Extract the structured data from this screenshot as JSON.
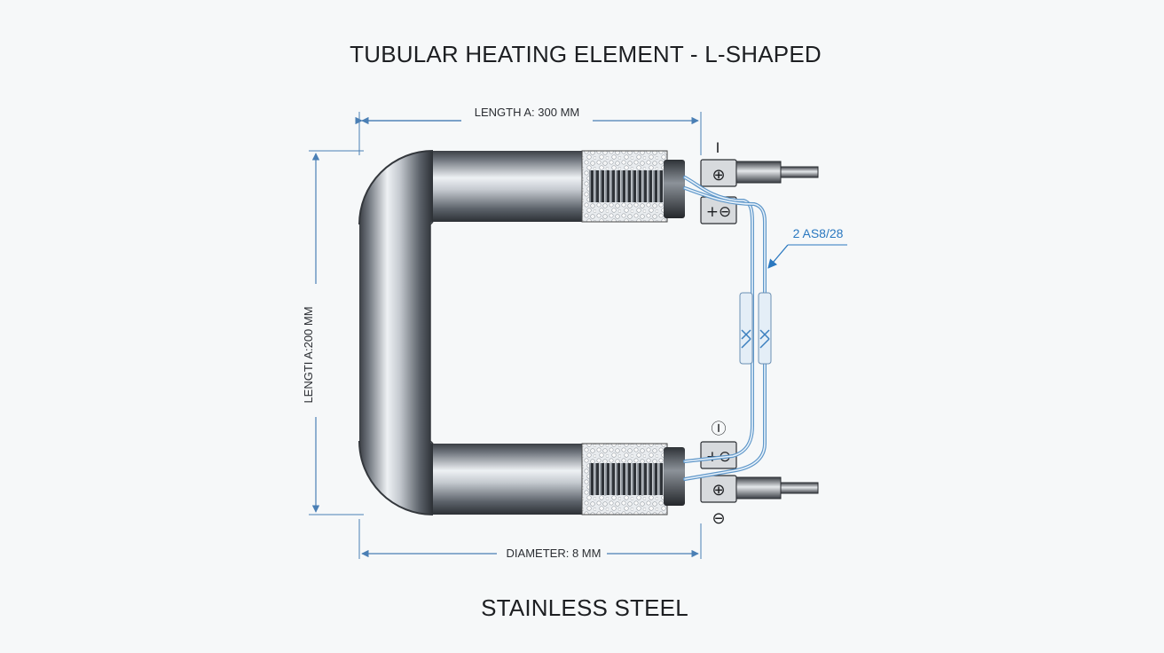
{
  "title": "TUBULAR HEATING ELEMENT - L-SHAPED",
  "subtitle": "STAINLESS STEEL",
  "dimensions": {
    "length_a_top": "LENGTH A: 300 MM",
    "length_side": "LENGTI A:200 MM",
    "diameter": "DIAMETER: 8 MM"
  },
  "callout": {
    "wire": "2 AS8/28"
  },
  "terminals": {
    "top_mark": "I",
    "top_plus": "⊕",
    "top_plusminus": "+⊖",
    "bottom_mark": "Ⓘ",
    "bottom_plusminus": "+⊖",
    "bottom_plus": "⊕",
    "bottom_minus": "⊖"
  },
  "colors": {
    "background": "#f6f8f9",
    "dimension_line": "#4a7fb5",
    "wire": "#7fb3e0",
    "callout": "#2a78c0",
    "tube_dark": "#3b3f45",
    "tube_light": "#eef1f4"
  }
}
